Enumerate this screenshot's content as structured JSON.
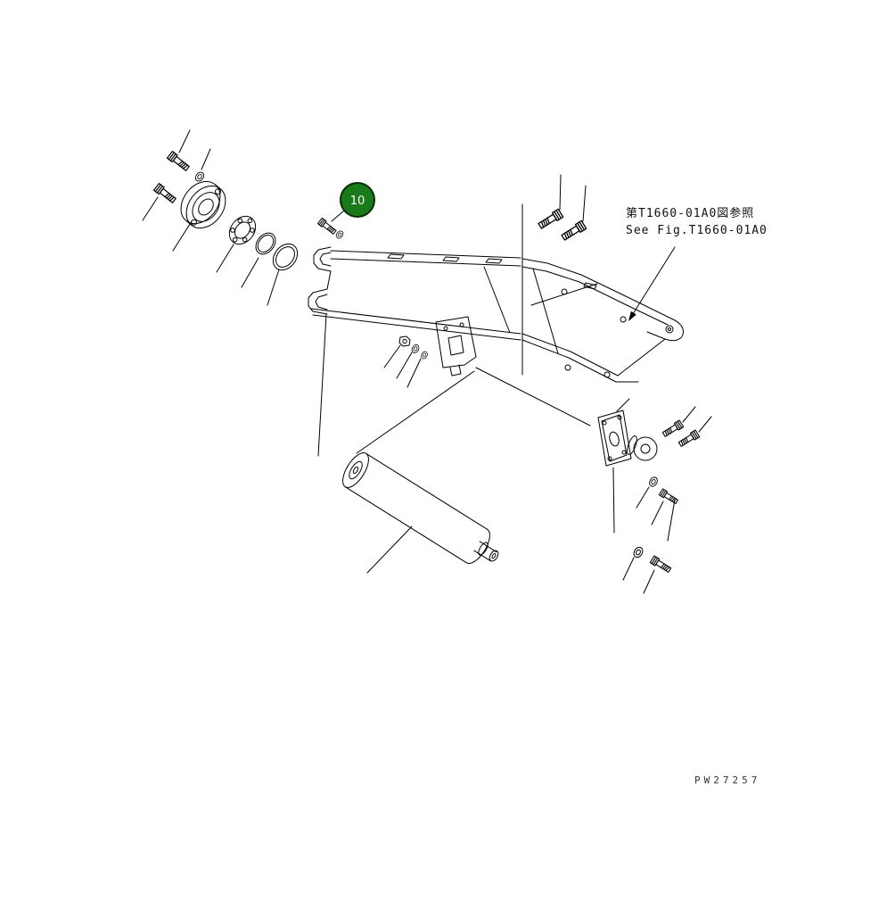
{
  "figure": {
    "callout": {
      "number": "10",
      "fill": "#1a7a1a",
      "text_color": "#ffffff"
    },
    "reference_note": {
      "line1": "第T1660-01A0図参照",
      "line2": "See Fig.T1660-01A0"
    },
    "drawing_number": "PW27257",
    "line_color": "#000000",
    "background": "#ffffff"
  }
}
